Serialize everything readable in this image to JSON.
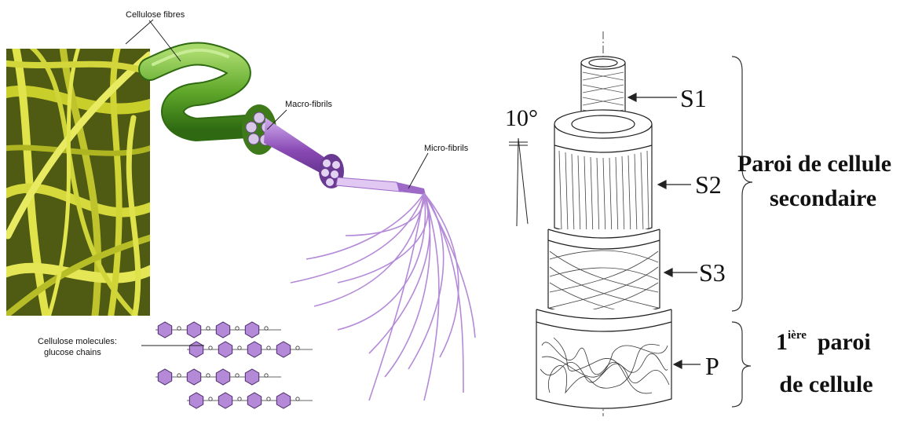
{
  "left_panel": {
    "cellulose_fibres_label": "Cellulose fibres",
    "macro_fibrils_label": "Macro-fibrils",
    "micro_fibrils_label": "Micro-fibrils",
    "molecules_label_line1": "Cellulose molecules:",
    "molecules_label_line2": "glucose chains",
    "colors": {
      "photo_bg": "#4f5a12",
      "fibre_yellow": "#d8dc3a",
      "fibre_green": "#5fa82a",
      "fibril_purple": "#8a4bb5",
      "glucose_purple": "#b48ad8"
    }
  },
  "right_panel": {
    "angle_label": "10°",
    "layers": [
      {
        "name": "S1"
      },
      {
        "name": "S2"
      },
      {
        "name": "S3"
      },
      {
        "name": "P"
      }
    ],
    "secondary_wall_line1": "Paroi de cellule",
    "secondary_wall_line2": "secondaire",
    "primary_wall_prefix": "1",
    "primary_wall_superscript": "ière",
    "primary_wall_word": "paroi",
    "primary_wall_line2": "de cellule"
  }
}
